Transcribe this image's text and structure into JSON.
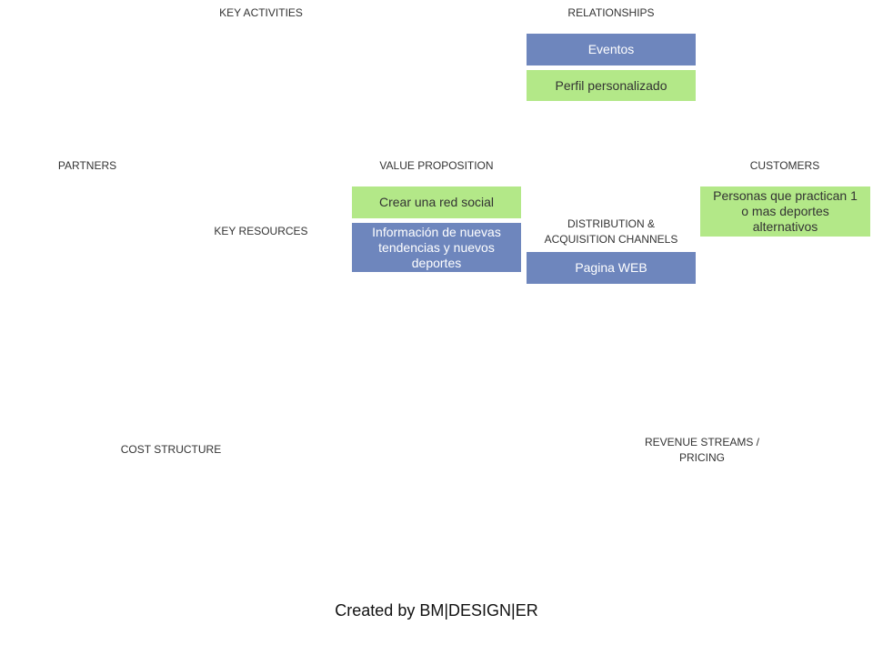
{
  "sections": {
    "key_activities": "KEY ACTIVITIES",
    "relationships": "RELATIONSHIPS",
    "partners": "PARTNERS",
    "value_proposition": "VALUE PROPOSITION",
    "customers": "CUSTOMERS",
    "key_resources": "KEY RESOURCES",
    "distribution": "DISTRIBUTION  & ACQUISITION  CHANNELS",
    "cost_structure": "COST  STRUCTURE",
    "revenue_streams": "REVENUE  STREAMS  / PRICING"
  },
  "notes": {
    "eventos": "Eventos",
    "perfil": "Perfil personalizado",
    "red_social": "Crear una red social",
    "informacion": "Información de nuevas tendencias y nuevos deportes",
    "pagina_web": "Pagina WEB",
    "personas": "Personas que practican 1 o mas deportes alternativos"
  },
  "colors": {
    "blue_note": "#6e86bd",
    "green_note": "#b3e888"
  },
  "footer": "Created by BM|DESIGN|ER"
}
